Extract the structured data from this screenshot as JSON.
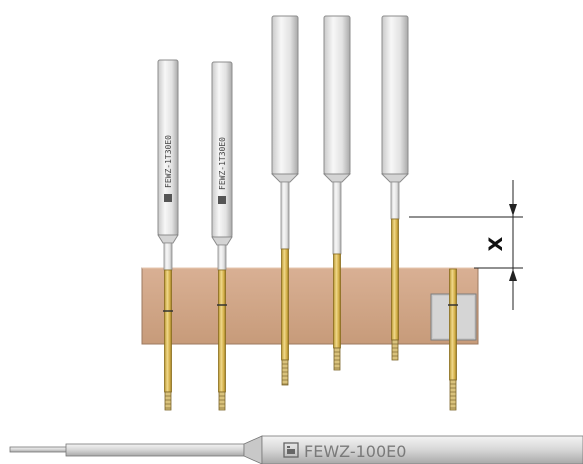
{
  "dimension": {
    "label": "X"
  },
  "tool": {
    "label": "FEWZ-100E0"
  },
  "probes": [
    {
      "type": "tall-printed",
      "print": "FEWZ-1T30E0"
    },
    {
      "type": "tall-printed",
      "print": "FEWZ-1T30E0"
    },
    {
      "type": "tall-plain",
      "print": ""
    },
    {
      "type": "tall-plain",
      "print": ""
    },
    {
      "type": "tall-plain",
      "print": ""
    },
    {
      "type": "receptacle",
      "print": ""
    }
  ],
  "colors": {
    "block": "#cfa383",
    "block_dark": "#b98b69",
    "brass": "#d9b64f",
    "brass_dark": "#a88832",
    "steel": "#e6e6e6",
    "steel_dark": "#9b9b9b",
    "line": "#222222"
  }
}
